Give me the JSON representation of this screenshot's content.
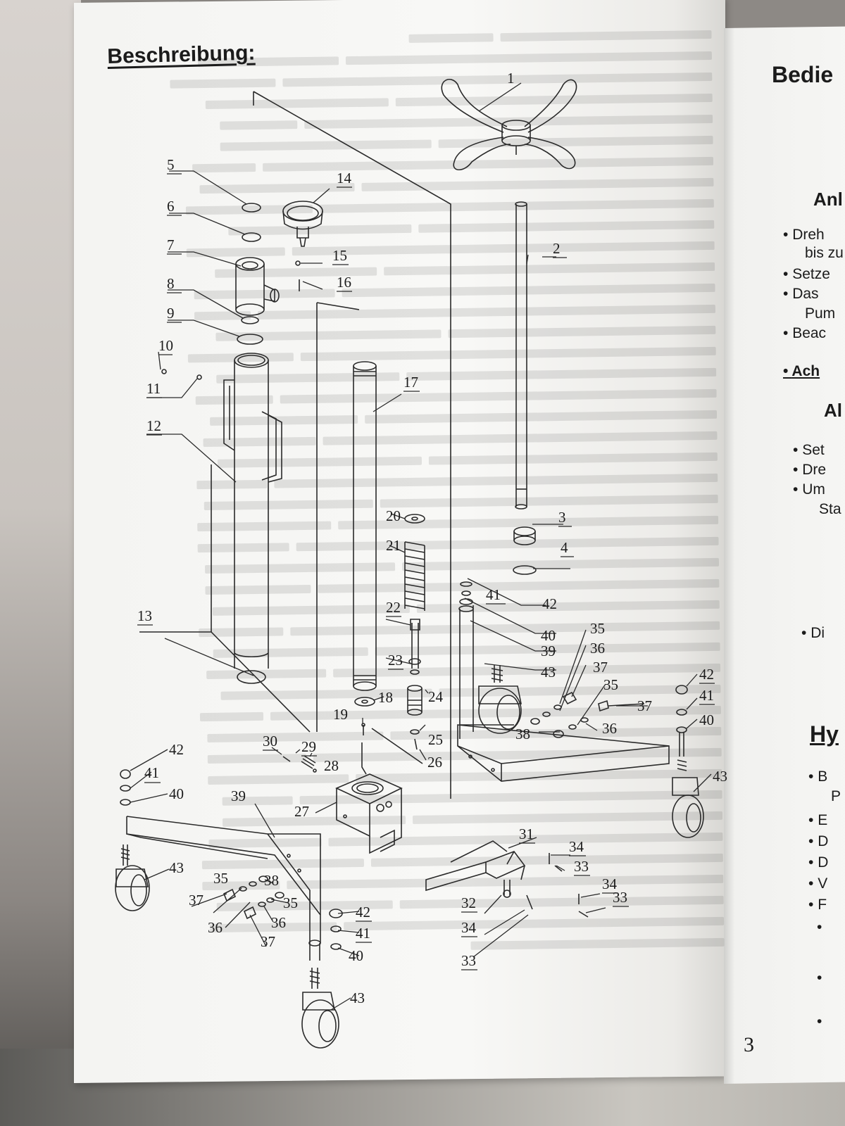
{
  "left_page": {
    "heading": "Beschreibung:",
    "page_number": "3"
  },
  "diagram": {
    "part_labels": [
      "1",
      "2",
      "3",
      "4",
      "5",
      "6",
      "7",
      "8",
      "9",
      "10",
      "11",
      "12",
      "13",
      "14",
      "15",
      "16",
      "17",
      "18",
      "19",
      "20",
      "21",
      "22",
      "23",
      "24",
      "25",
      "26",
      "27",
      "28",
      "29",
      "30",
      "31",
      "32",
      "33",
      "34",
      "35",
      "36",
      "37",
      "38",
      "39",
      "40",
      "41",
      "42",
      "43"
    ]
  },
  "right_page": {
    "title": "Bedie",
    "section1": "Anl",
    "bullets1": [
      "Dreh",
      "bis zu",
      "Setze",
      "Das",
      "Pum",
      "Beac"
    ],
    "bullet1_bold": "Ach",
    "section2": "Al",
    "bullets2": [
      "Set",
      "Dre",
      "Um",
      "Sta",
      "Di"
    ],
    "section3": "Hy",
    "bullets3": [
      "B",
      "P",
      "E",
      "D",
      "D",
      "V",
      "F"
    ]
  }
}
